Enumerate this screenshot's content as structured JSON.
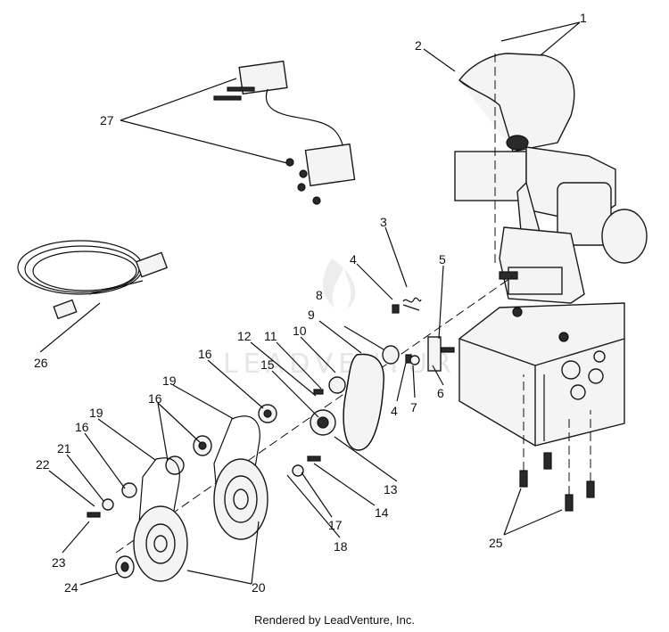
{
  "callouts": {
    "c1": "1",
    "c2": "2",
    "c3": "3",
    "c4a": "4",
    "c4b": "4",
    "c5": "5",
    "c6": "6",
    "c7": "7",
    "c8": "8",
    "c9": "9",
    "c10": "10",
    "c11": "11",
    "c12": "12",
    "c13": "13",
    "c14": "14",
    "c15": "15",
    "c16a": "16",
    "c16b": "16",
    "c16c": "16",
    "c17": "17",
    "c18": "18",
    "c19a": "19",
    "c19b": "19",
    "c20": "20",
    "c21": "21",
    "c22": "22",
    "c23": "23",
    "c24": "24",
    "c25": "25",
    "c26": "26",
    "c27": "27"
  },
  "watermark": "LEADVENTURE",
  "footer": "Rendered by LeadVenture, Inc."
}
